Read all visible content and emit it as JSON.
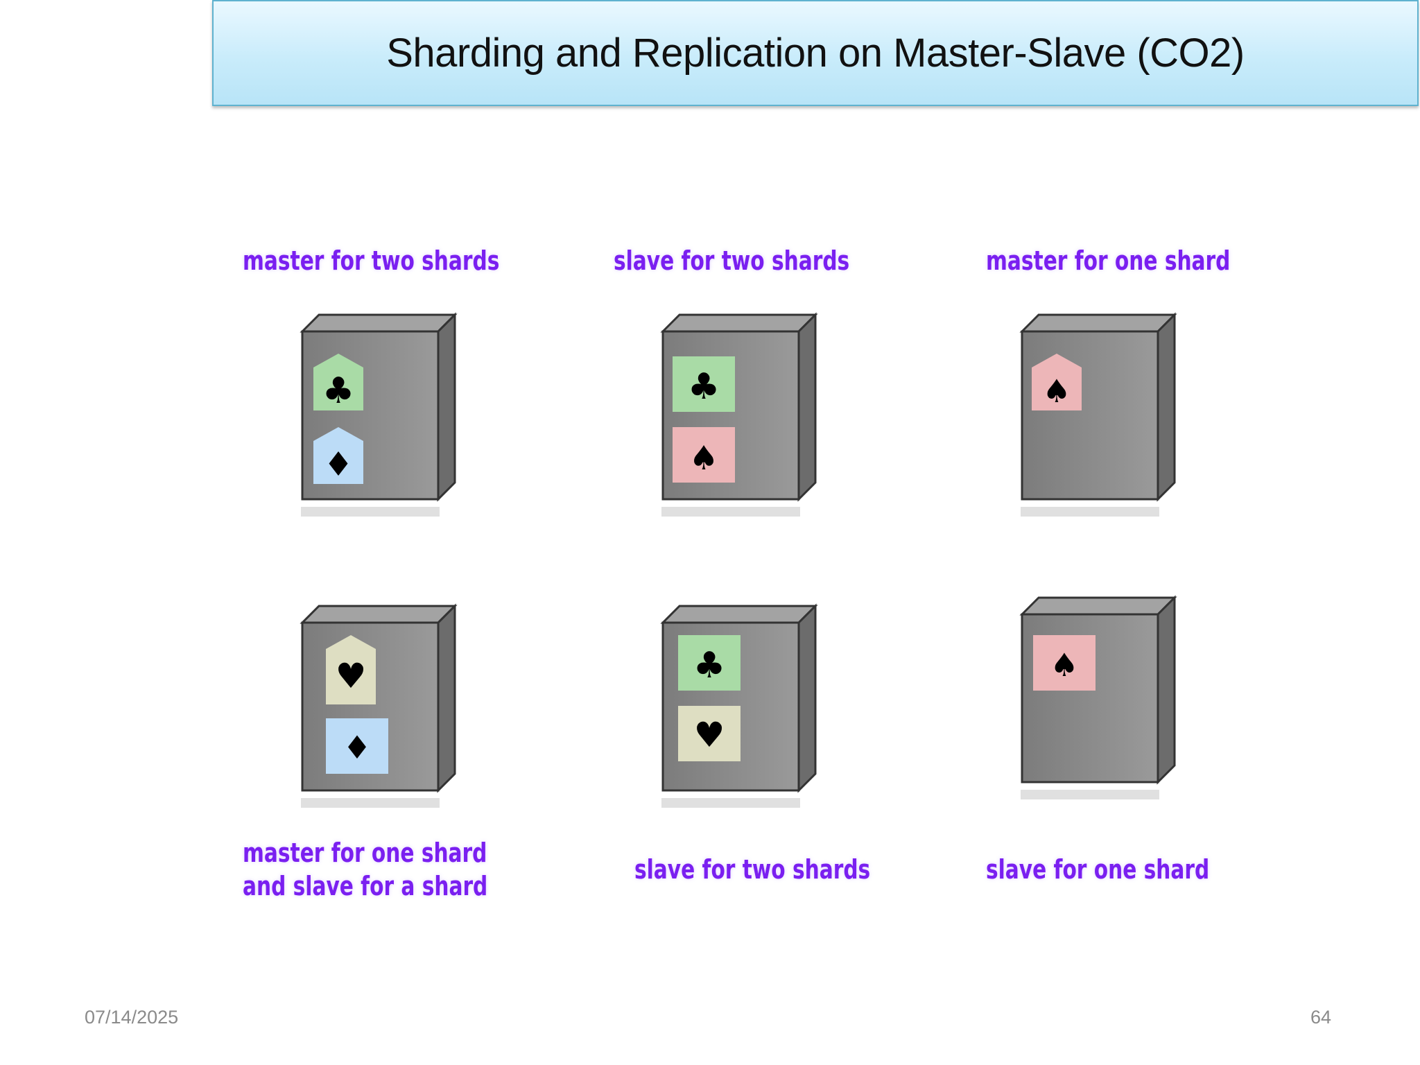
{
  "slide": {
    "title": "Sharding and Replication on Master-Slave (CO2)",
    "date": "07/14/2025",
    "page_number": "64"
  },
  "diagram": {
    "nodes": [
      {
        "label_lines": [
          "master for two shards"
        ],
        "shards": [
          "club-master",
          "diamond-master"
        ]
      },
      {
        "label_lines": [
          "slave for two shards"
        ],
        "shards": [
          "club-slave",
          "spade-slave"
        ]
      },
      {
        "label_lines": [
          "master for one shard"
        ],
        "shards": [
          "spade-master"
        ]
      },
      {
        "label_lines": [
          "master for one shard",
          "and slave for a shard"
        ],
        "shards": [
          "heart-master",
          "diamond-slave"
        ]
      },
      {
        "label_lines": [
          "slave for two shards"
        ],
        "shards": [
          "club-slave",
          "heart-slave"
        ]
      },
      {
        "label_lines": [
          "slave for one shard"
        ],
        "shards": [
          "spade-slave"
        ]
      }
    ],
    "shard_colors": {
      "club": "#a9dba6",
      "diamond": "#bcdcf7",
      "spade": "#edb6b8",
      "heart": "#dedec2"
    },
    "label_color": "#7a1ff0",
    "server_color": "#8c8c8c"
  }
}
